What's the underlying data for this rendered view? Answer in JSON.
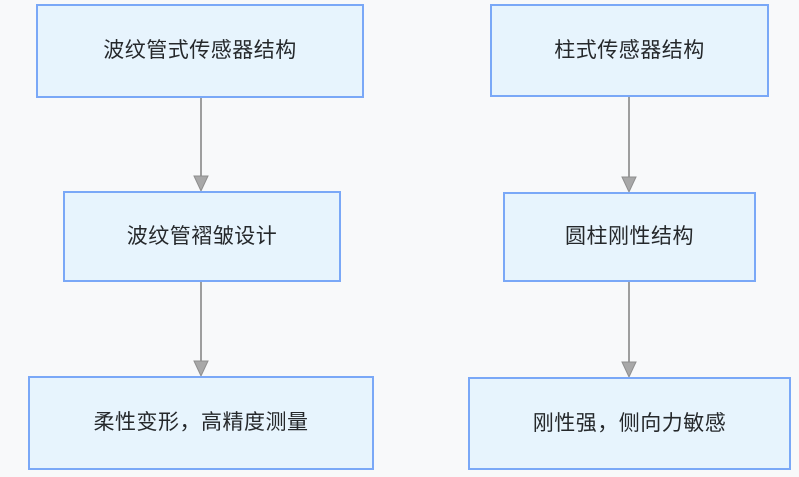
{
  "diagram": {
    "type": "flowchart",
    "orientation": "top-to-bottom",
    "background_color": "#f8f9fa",
    "node_fill_color": "#e7f4fd",
    "node_border_color": "#7aa8f7",
    "edge_color": "#9e9e9e",
    "columns": [
      {
        "id": "bellows",
        "nodes": [
          {
            "id": "bellows-structure",
            "label": "波纹管式传感器结构"
          },
          {
            "id": "bellows-fold",
            "label": "波纹管褶皱设计"
          },
          {
            "id": "bellows-outcome",
            "label": "柔性变形，高精度测量"
          }
        ],
        "edges": [
          {
            "id": "bellows-edge-1",
            "from": "bellows-structure",
            "to": "bellows-fold"
          },
          {
            "id": "bellows-edge-2",
            "from": "bellows-fold",
            "to": "bellows-outcome"
          }
        ]
      },
      {
        "id": "column",
        "nodes": [
          {
            "id": "column-structure",
            "label": "柱式传感器结构"
          },
          {
            "id": "column-rigid",
            "label": "圆柱刚性结构"
          },
          {
            "id": "column-outcome",
            "label": "刚性强，侧向力敏感"
          }
        ],
        "edges": [
          {
            "id": "column-edge-1",
            "from": "column-structure",
            "to": "column-rigid"
          },
          {
            "id": "column-edge-2",
            "from": "column-rigid",
            "to": "column-outcome"
          }
        ]
      }
    ]
  }
}
